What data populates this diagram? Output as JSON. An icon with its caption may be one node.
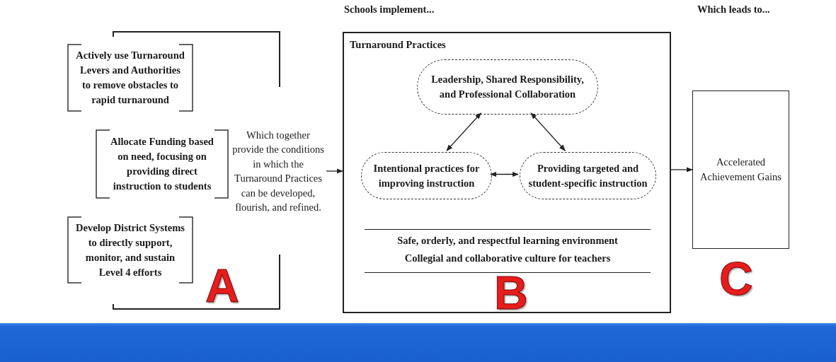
{
  "diagram": {
    "nodes": [
      {
        "text": [
          "Actively use Turnaround Levers and Authorities to remove obstacles to rapid turnaround"
        ]
      },
      {
        "text": [
          "Allocate Funding based on need, focusing on providing direct instruction to students"
        ]
      },
      {
        "text": [
          "Develop District Systems to directly support, monitor, and sustain Level 4 efforts"
        ]
      },
      {
        "text": [
          "Which together provide the conditions in which the Turnaround Practices can be developed, flourish, and refined."
        ]
      },
      {
        "text": [
          "Turnaround Practices"
        ]
      },
      {
        "text": [
          "Leadership, Shared Responsibility, and Professional Collaboration"
        ],
        "in": 4
      },
      {
        "text": [
          "Intentional practices for improving instruction"
        ],
        "in": 4
      },
      {
        "text": [
          "Providing targeted and student-specific instruction"
        ],
        "in": 4
      },
      {
        "text": [
          "Accelerated Achievement Gains"
        ]
      }
    ],
    "edges": [
      {
        "from": 3,
        "to": 4,
        "arrow": "to"
      },
      {
        "from": 5,
        "to": 6,
        "arrow": "both"
      },
      {
        "from": 5,
        "to": 7,
        "arrow": "both"
      },
      {
        "from": 6,
        "to": 7,
        "arrow": "both"
      },
      {
        "from": 4,
        "to": 8,
        "arrow": "to"
      }
    ],
    "labels": [
      "Schools implement...",
      "Which leads to...",
      "Safe, orderly, and respectful learning environment",
      "Collegial and collaborative culture for teachers",
      "A",
      "B",
      "C"
    ]
  }
}
